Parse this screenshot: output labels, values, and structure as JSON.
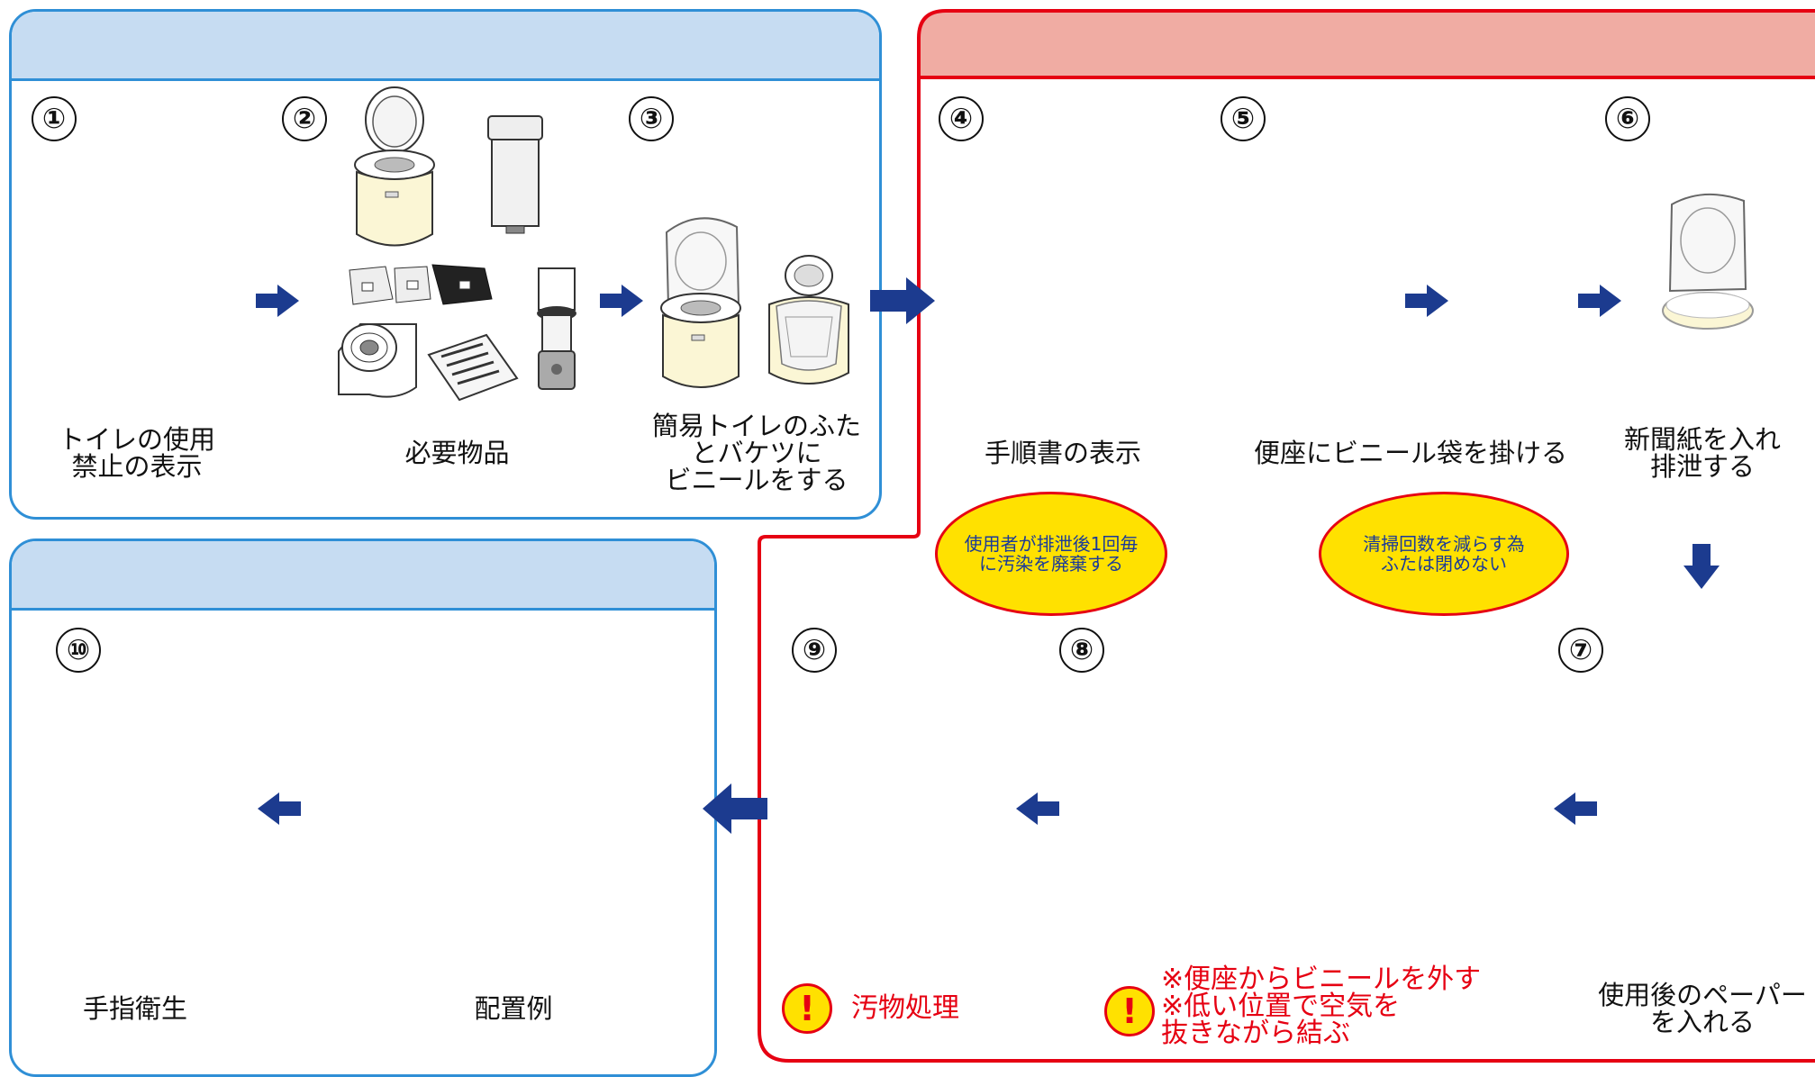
{
  "colors": {
    "blue_border": "#2f8fd6",
    "blue_header": "#c6dcf2",
    "red_border": "#e60012",
    "red_header": "#f0aca3",
    "arrow": "#1c3b8f",
    "callout_fill": "#ffe100"
  },
  "steps": {
    "s1": {
      "num": "①",
      "label_l1": "トイレの使用",
      "label_l2": "禁止の表示"
    },
    "s2": {
      "num": "②",
      "label": "必要物品"
    },
    "s3": {
      "num": "③",
      "label_l1": "簡易トイレのふた",
      "label_l2": "とバケツに",
      "label_l3": "ビニールをする"
    },
    "s4": {
      "num": "④",
      "label": "手順書の表示"
    },
    "s5": {
      "num": "⑤",
      "label": "便座にビニール袋を掛ける"
    },
    "s6": {
      "num": "⑥",
      "label_l1": "新聞紙を入れ",
      "label_l2": "排泄する"
    },
    "s7": {
      "num": "⑦",
      "label_l1": "使用後のペーパー",
      "label_l2": "を入れる"
    },
    "s8": {
      "num": "⑧",
      "note_l1": "※便座からビニールを外す",
      "note_l2": "※低い位置で空気を",
      "note_l3": "抜きながら結ぶ"
    },
    "s9": {
      "num": "⑨",
      "note": "汚物処理"
    },
    "s10": {
      "num": "⑩",
      "label": "手指衛生"
    },
    "layout_example": {
      "label": "配置例"
    }
  },
  "callouts": {
    "c1": {
      "l1": "使用者が排泄後1回毎",
      "l2": "に汚染を廃棄する"
    },
    "c2": {
      "l1": "清掃回数を減らす為",
      "l2": "ふたは閉めない"
    }
  },
  "warning_icon": {
    "glyph": "!"
  },
  "icons": [
    "arrow-right-icon",
    "arrow-down-icon",
    "arrow-left-icon",
    "warning-icon",
    "portable-toilet-icon",
    "trash-bin-icon",
    "toilet-bag-icon",
    "toilet-paper-icon",
    "newspaper-icon",
    "lantern-icon"
  ]
}
